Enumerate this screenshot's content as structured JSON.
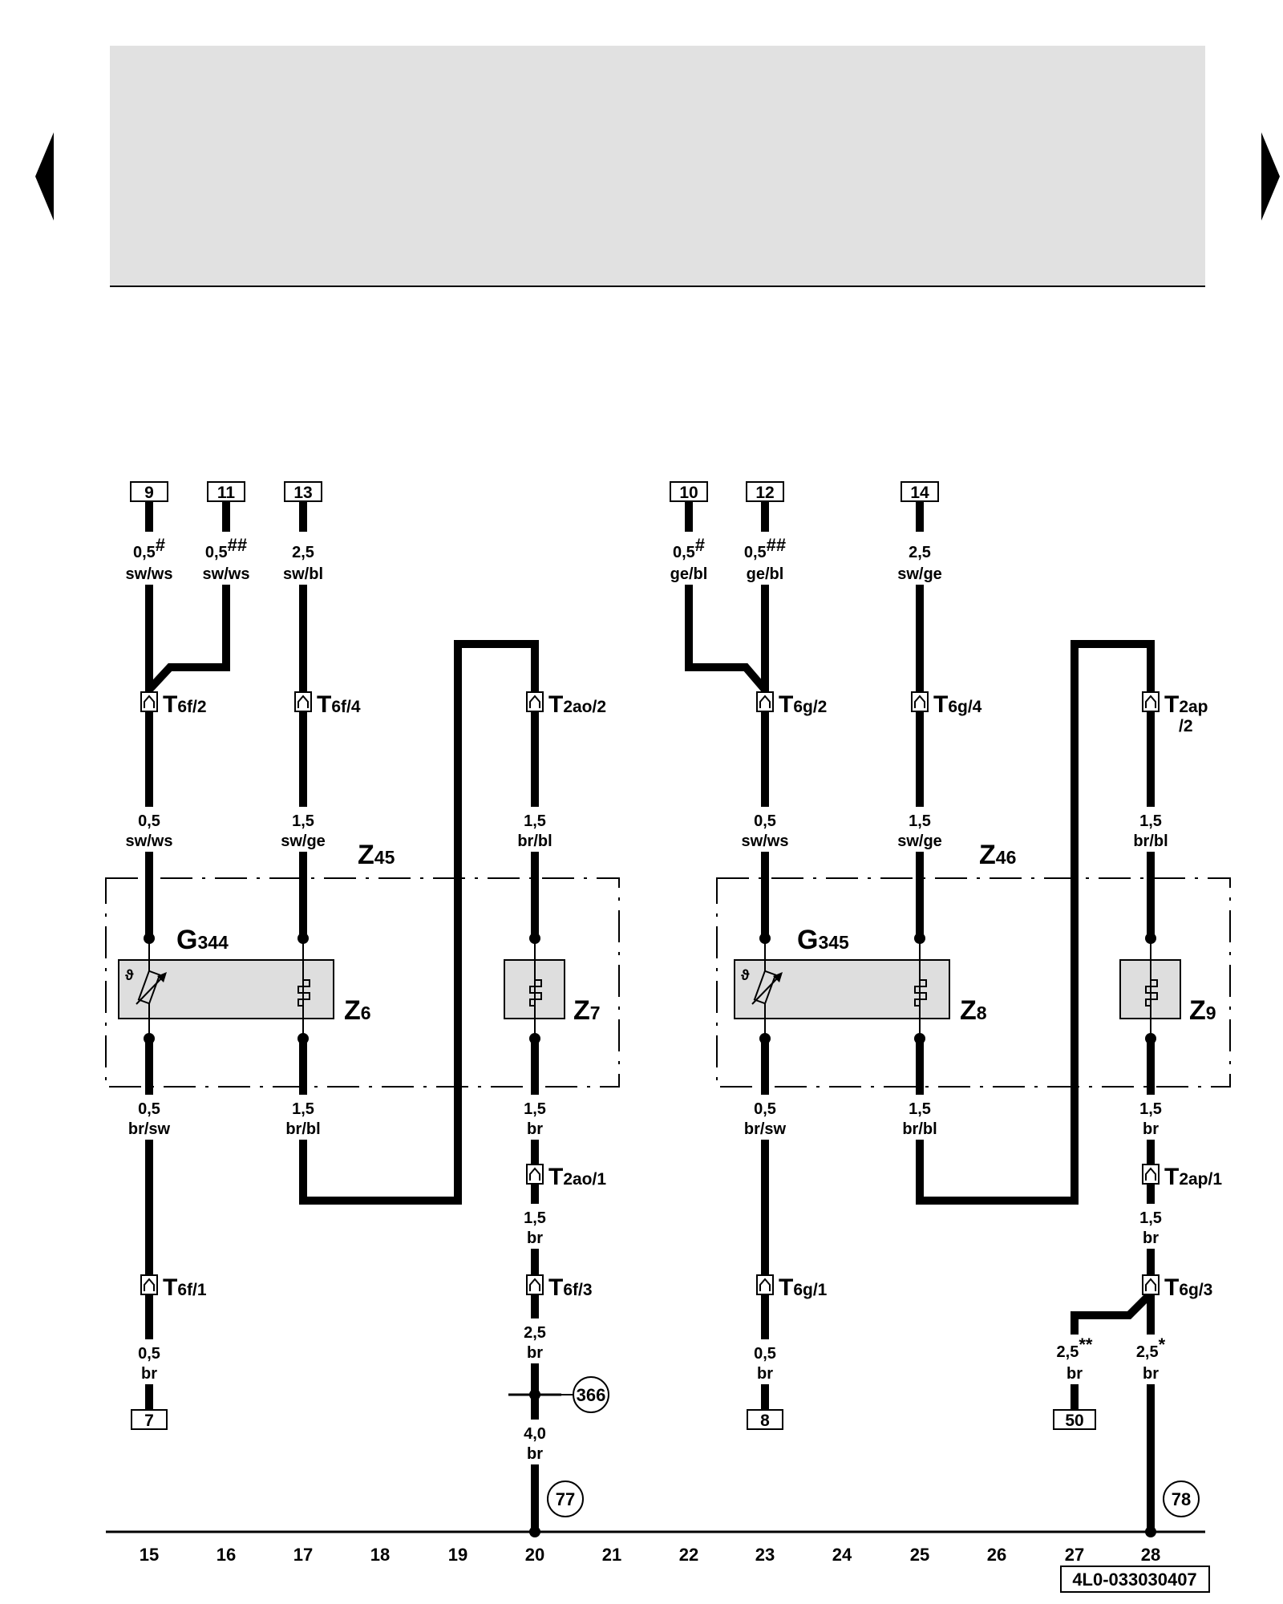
{
  "header_panel": {
    "color": "#e1e1e1"
  },
  "nav": {
    "prev_icon": "triangle-left-icon",
    "next_icon": "triangle-right-icon"
  },
  "top_terminals": [
    "9",
    "11",
    "13",
    "10",
    "12",
    "14"
  ],
  "bottom_terminals": [
    "7",
    "8",
    "50"
  ],
  "wire_labels": {
    "w9_size": "0,5",
    "w9_mark": "#",
    "w9_color": "sw/ws",
    "w11_size": "0,5",
    "w11_mark": "##",
    "w11_color": "sw/ws",
    "w13_size": "2,5",
    "w13_color": "sw/bl",
    "w10_size": "0,5",
    "w10_mark": "#",
    "w10_color": "ge/bl",
    "w12_size": "0,5",
    "w12_mark": "##",
    "w12_color": "ge/bl",
    "w14_size": "2,5",
    "w14_color": "sw/ge",
    "a1_size": "0,5",
    "a1_color": "sw/ws",
    "a2_size": "1,5",
    "a2_color": "sw/ge",
    "a3_size": "1,5",
    "a3_color": "br/bl",
    "a4_size": "0,5",
    "a4_color": "sw/ws",
    "a5_size": "1,5",
    "a5_color": "sw/ge",
    "a6_size": "1,5",
    "a6_color": "br/bl",
    "b1_size": "0,5",
    "b1_color": "br/sw",
    "b2_size": "1,5",
    "b2_color": "br/bl",
    "b3_size": "1,5",
    "b3_color": "br",
    "b4_size": "0,5",
    "b4_color": "br/sw",
    "b5_size": "1,5",
    "b5_color": "br/bl",
    "b6_size": "1,5",
    "b6_color": "br",
    "c3_size": "1,5",
    "c3_color": "br",
    "c6_size": "1,5",
    "c6_color": "br",
    "d1_size": "0,5",
    "d1_color": "br",
    "d3_size": "2,5",
    "d3_color": "br",
    "d4_size": "0,5",
    "d4_color": "br",
    "d5_size": "2,5",
    "d5_mark": "**",
    "d5_color": "br",
    "d6_size": "2,5",
    "d6_mark": "*",
    "d6_color": "br",
    "e3_size": "4,0",
    "e3_color": "br"
  },
  "connectors": {
    "t6f2_main": "T",
    "t6f2_sub": "6f/2",
    "t6f4_main": "T",
    "t6f4_sub": "6f/4",
    "t2ao2_main": "T",
    "t2ao2_sub": "2ao/2",
    "t6g2_main": "T",
    "t6g2_sub": "6g/2",
    "t6g4_main": "T",
    "t6g4_sub": "6g/4",
    "t2ap2_main": "T",
    "t2ap2_sub": "2ap",
    "t2ap2_sub2": "/2",
    "t2ao1_main": "T",
    "t2ao1_sub": "2ao/1",
    "t2ap1_main": "T",
    "t2ap1_sub": "2ap/1",
    "t6f1_main": "T",
    "t6f1_sub": "6f/1",
    "t6f3_main": "T",
    "t6f3_sub": "6f/3",
    "t6g1_main": "T",
    "t6g1_sub": "6g/1",
    "t6g3_main": "T",
    "t6g3_sub": "6g/3"
  },
  "components": {
    "z45_main": "Z",
    "z45_sub": "45",
    "z46_main": "Z",
    "z46_sub": "46",
    "g344_main": "G",
    "g344_sub": "344",
    "g345_main": "G",
    "g345_sub": "345",
    "z6_main": "Z",
    "z6_sub": "6",
    "z7_main": "Z",
    "z7_sub": "7",
    "z8_main": "Z",
    "z8_sub": "8",
    "z9_main": "Z",
    "z9_sub": "9",
    "theta_symbol": "ϑ"
  },
  "circles": {
    "c366": "366",
    "c77": "77",
    "c78": "78"
  },
  "positions": [
    "15",
    "16",
    "17",
    "18",
    "19",
    "20",
    "21",
    "22",
    "23",
    "24",
    "25",
    "26",
    "27",
    "28"
  ],
  "code": "4L0-033030407"
}
